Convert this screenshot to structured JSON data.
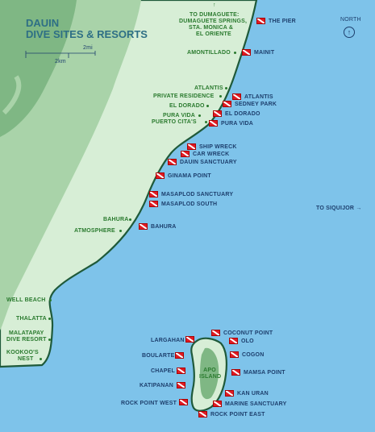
{
  "title_line1": "DAUIN",
  "title_line2": "DIVE SITES & RESORTS",
  "scale": {
    "miles": "2mi",
    "km": "2km"
  },
  "north": {
    "label": "NORTH",
    "icon": "↑"
  },
  "to_dumaguete": {
    "arrow": "↑",
    "line1": "TO DUMAGUETE:",
    "line2": "DUMAGUETE SPRINGS,",
    "line3": "STA. MONICA &",
    "line4": "EL ORIENTE"
  },
  "to_siquijor": "TO SIQUIJOR →",
  "apo_island": {
    "line1": "APO",
    "line2": "ISLAND"
  },
  "dive_sites": {
    "the_pier": "THE PIER",
    "mainit": "MAINIT",
    "atlantis": "ATLANTIS",
    "sedney_park": "SEDNEY PARK",
    "el_dorado": "EL DORADO",
    "pura_vida": "PURA VIDA",
    "ship_wreck": "SHIP WRECK",
    "car_wreck": "CAR WRECK",
    "dauin_sanctuary": "DAUIN SANCTUARY",
    "ginama_point": "GINAMA POINT",
    "masaplod_sanctuary": "MASAPLOD SANCTUARY",
    "masaplod_south": "MASAPLOD SOUTH",
    "bahura": "BAHURA",
    "largahan": "LARGAHAN",
    "coconut_point": "COCONUT POINT",
    "olo": "OLO",
    "boularte": "BOULARTE",
    "cogon": "COGON",
    "chapel": "CHAPEL",
    "mamsa_point": "MAMSA POINT",
    "katipanan": "KATIPANAN",
    "kan_uran": "KAN URAN",
    "rock_point_west": "ROCK POINT WEST",
    "marine_sanctuary": "MARINE SANCTUARY",
    "rock_point_east": "ROCK POINT EAST"
  },
  "resorts": {
    "amontillado": "AMONTILLADO",
    "atlantis": "ATLANTIS",
    "private_residence": "PRIVATE RESIDENCE",
    "el_dorado": "EL DORADO",
    "pura_vida": "PURA VIDA",
    "puerto_citas": "PUERTO CITA'S",
    "bahura": "BAHURA",
    "atmosphere": "ATMOSPHERE",
    "well_beach": "WELL BEACH",
    "thalatta": "THALATTA",
    "malatapay_line1": "MALATAPAY",
    "malatapay_line2": "DIVE RESORT",
    "kookoos_line1": "KOOKOO'S",
    "kookoos_line2": "NEST"
  },
  "colors": {
    "sea": "#7ec3ea",
    "land": "#d7eed6",
    "highland": "#a9d3a9",
    "mountain": "#7fb784",
    "coast": "#1f5a3a",
    "dive_text": "#1d3f6d",
    "resort_text": "#2a7a2e",
    "flag": "#e01b24"
  }
}
